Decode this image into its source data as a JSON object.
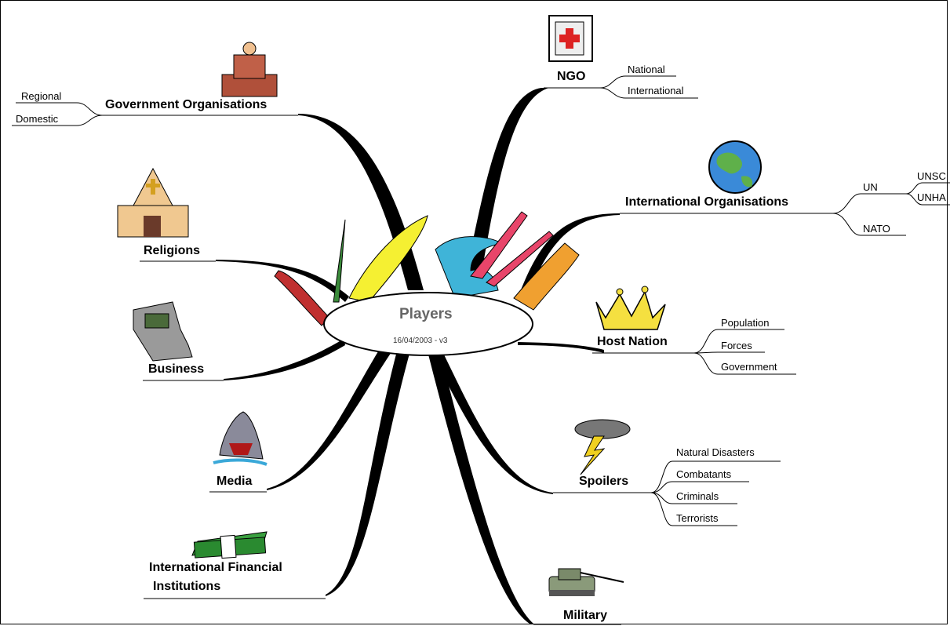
{
  "center": {
    "title": "Players",
    "date": "16/04/2003 - v3"
  },
  "branches": {
    "ngo": {
      "label": "NGO",
      "children": [
        "National",
        "International"
      ]
    },
    "government": {
      "label": "Government Organisations",
      "children": [
        "Regional",
        "Domestic"
      ]
    },
    "international_orgs": {
      "label": "International Organisations",
      "un": "UN",
      "un_children": [
        "UNSC",
        "UNHA"
      ],
      "nato": "NATO"
    },
    "religions": {
      "label": "Religions"
    },
    "business": {
      "label": "Business"
    },
    "host_nation": {
      "label": "Host Nation",
      "children": [
        "Population",
        "Forces",
        "Government"
      ]
    },
    "media": {
      "label": "Media"
    },
    "spoilers": {
      "label": "Spoilers",
      "children": [
        "Natural Disasters",
        "Combatants",
        "Criminals",
        "Terrorists"
      ]
    },
    "ifi": {
      "label_line1": "International Financial",
      "label_line2": "Institutions"
    },
    "military": {
      "label": "Military"
    }
  },
  "icons": [
    "first-aid-icon",
    "judge-icon",
    "globe-icon",
    "church-icon",
    "crown-icon",
    "cash-register-icon",
    "shark-icon",
    "storm-icon",
    "money-icon",
    "tank-icon",
    "swiss-army-knife-icon"
  ]
}
